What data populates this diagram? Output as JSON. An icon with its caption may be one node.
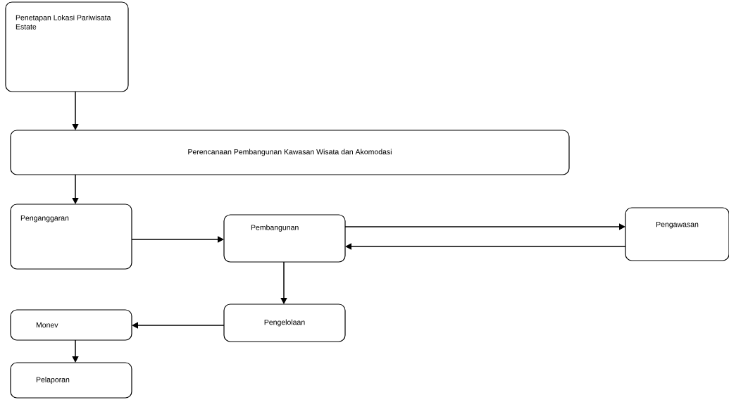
{
  "diagram": {
    "nodes": [
      {
        "text": [
          "Penetapan Lokasi Pariwisata Estate"
        ]
      },
      {
        "text": [
          "Perencanaan Pembangunan Kawasan Wisata dan Akomodasi"
        ]
      },
      {
        "text": [
          "Penganggaran"
        ]
      },
      {
        "text": [
          "Pembangunan"
        ]
      },
      {
        "text": [
          "Pengawasan"
        ]
      },
      {
        "text": [
          "Pengelolaan"
        ]
      },
      {
        "text": [
          "Monev"
        ]
      },
      {
        "text": [
          "Pelaporan"
        ]
      }
    ],
    "edges": [
      {
        "from": 0,
        "to": 1,
        "arrow": "to"
      },
      {
        "from": 1,
        "to": 2,
        "arrow": "to"
      },
      {
        "from": 2,
        "to": 3,
        "arrow": "to"
      },
      {
        "from": 3,
        "to": 4,
        "arrow": "to"
      },
      {
        "from": 4,
        "to": 3,
        "arrow": "to"
      },
      {
        "from": 3,
        "to": 5,
        "arrow": "to"
      },
      {
        "from": 5,
        "to": 6,
        "arrow": "to"
      },
      {
        "from": 6,
        "to": 7,
        "arrow": "to"
      }
    ]
  }
}
